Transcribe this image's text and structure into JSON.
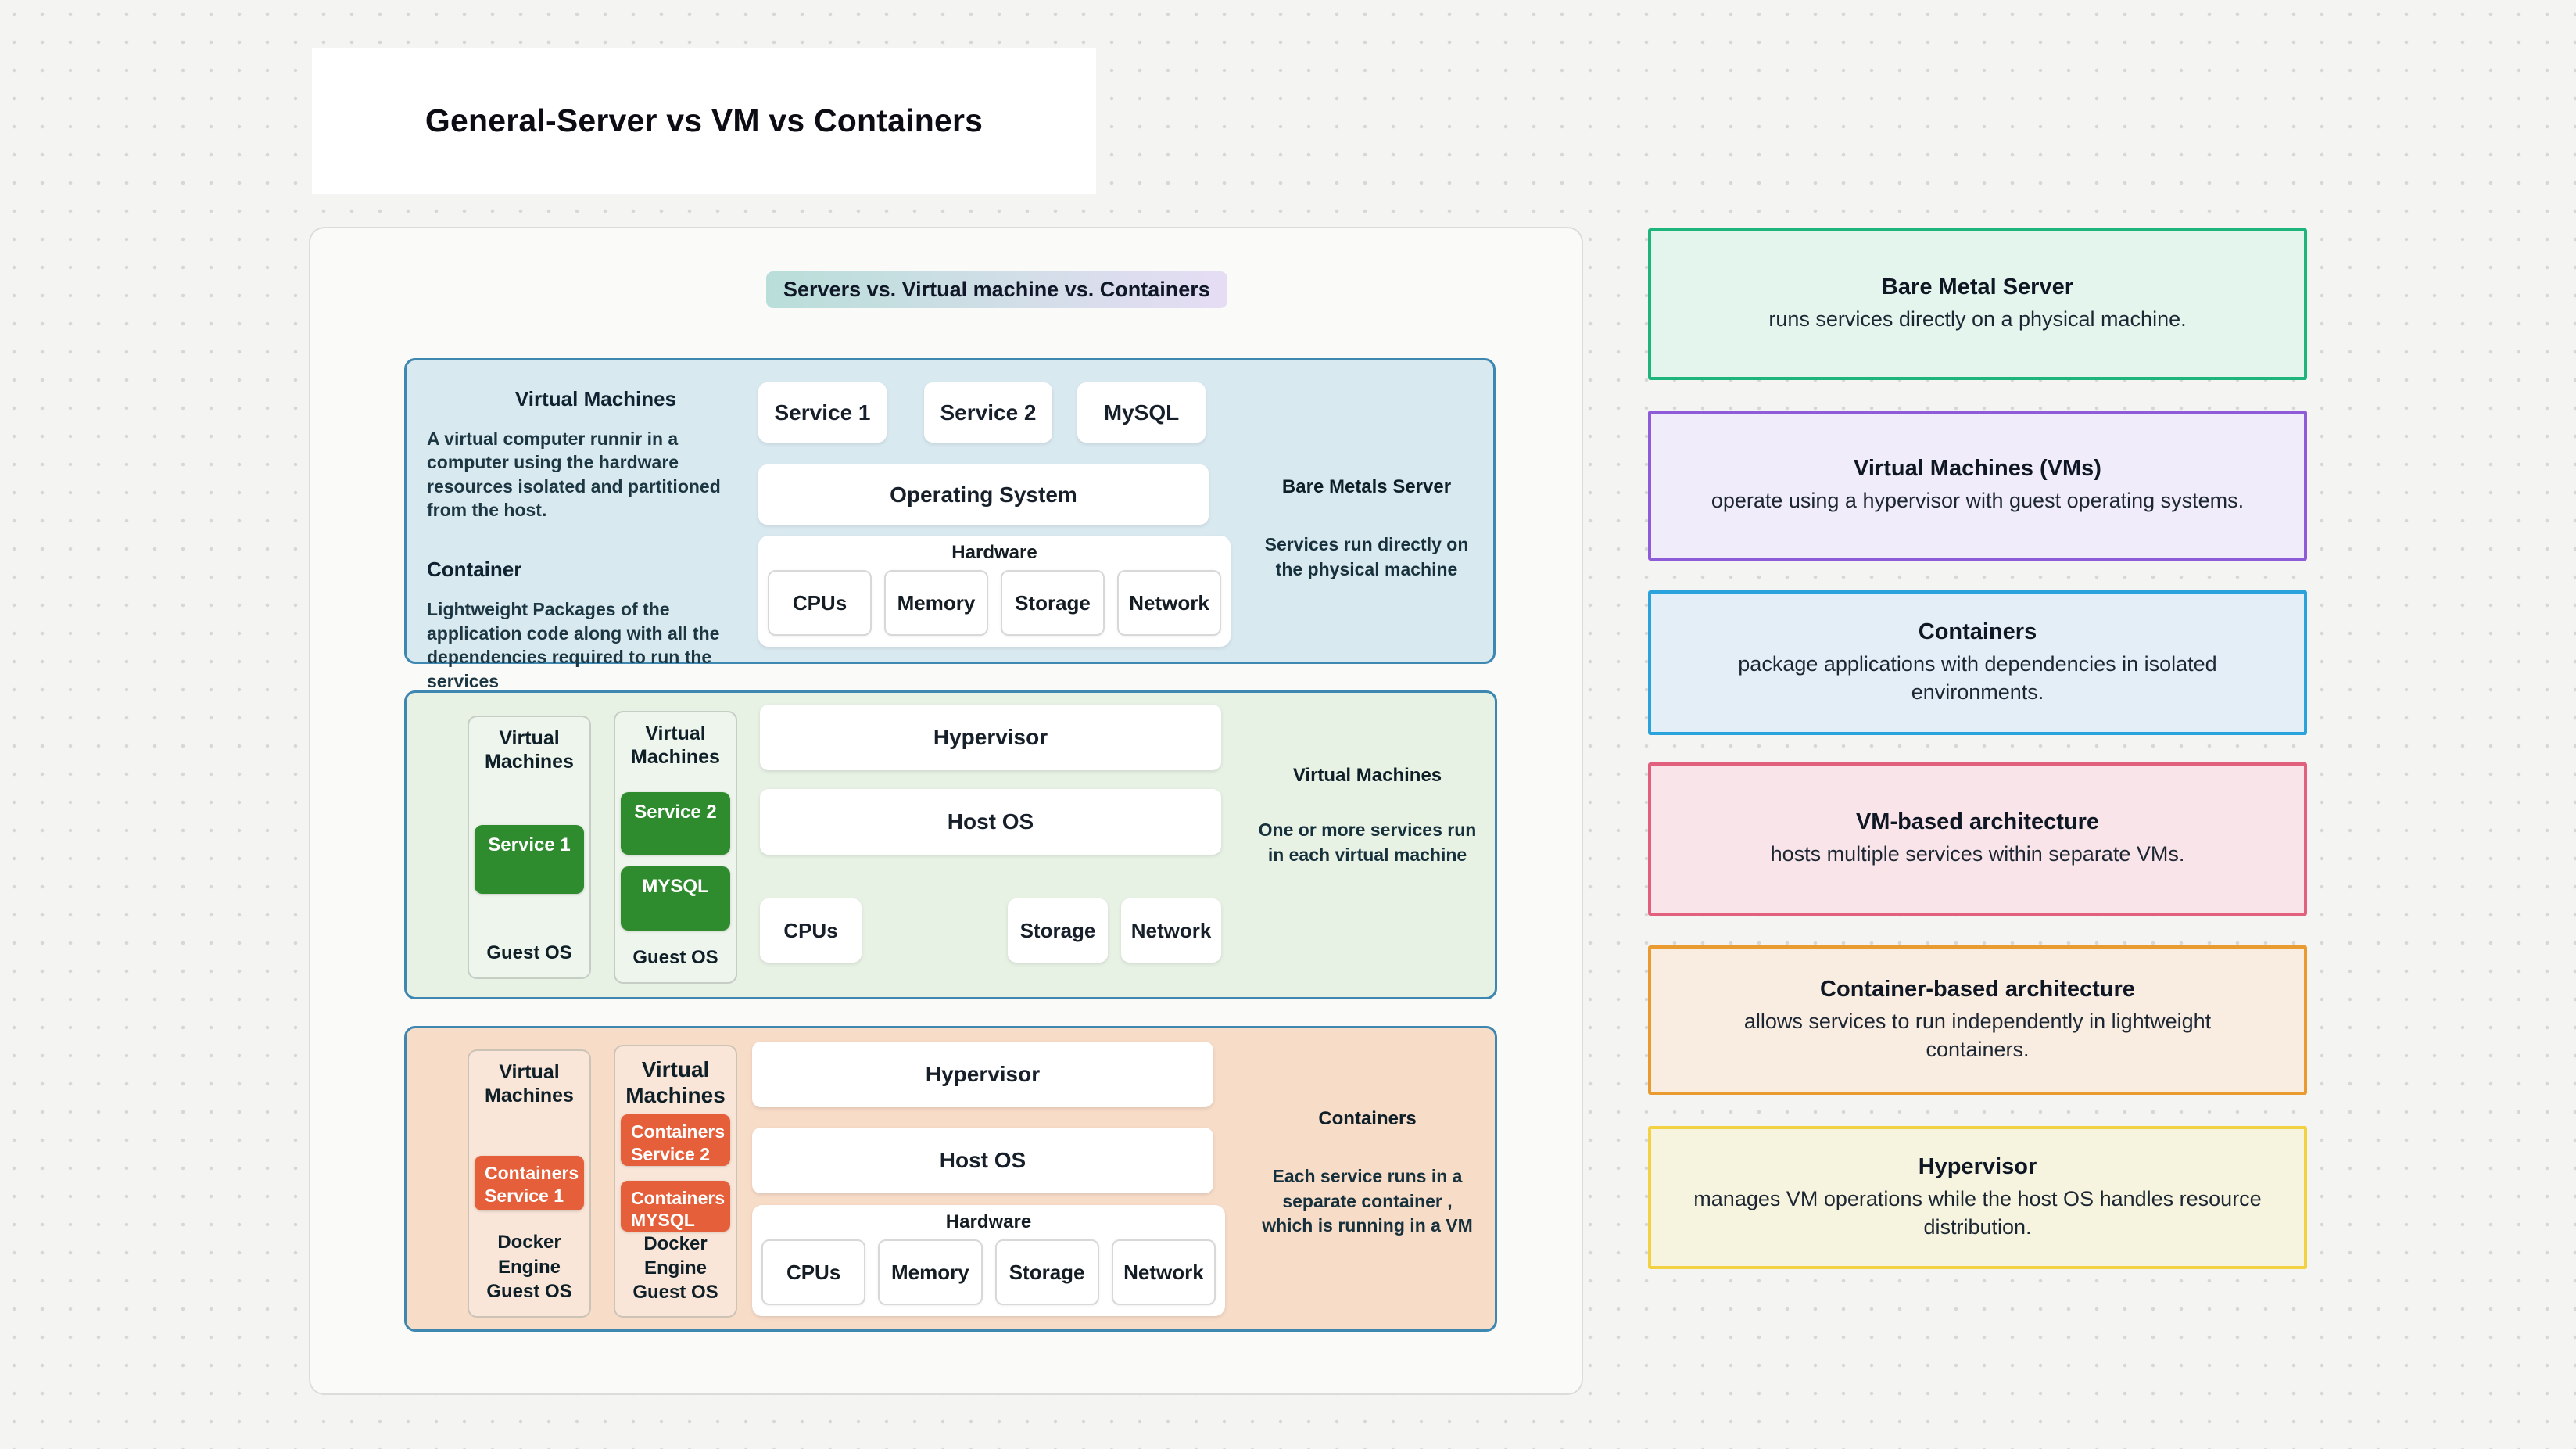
{
  "page": {
    "title": "General-Server vs VM vs Containers",
    "badge": "Servers vs. Virtual machine vs. Containers"
  },
  "colors": {
    "canvas_bg": "#f4f4f2",
    "section_border": "#3d87b0",
    "section1_bg": "#d9e9f0",
    "section2_bg": "#e7f1e4",
    "section3_bg": "#f7dcc8",
    "vm_service_green": "#2e8b2e",
    "container_orange": "#e55f3a",
    "badge_from": "#b9ded9",
    "badge_to": "#e6ddf4"
  },
  "sections": {
    "bare_metal": {
      "left": {
        "vm_heading": "Virtual Machines",
        "vm_desc": "A virtual computer runnir in a computer using the hardware resources isolated and partitioned from the host.",
        "container_heading": "Container",
        "container_desc": "Lightweight Packages of the application code along with all the dependencies required to run the services"
      },
      "services": [
        "Service 1",
        "Service 2",
        "MySQL"
      ],
      "os_label": "Operating System",
      "hardware_label": "Hardware",
      "hardware_items": [
        "CPUs",
        "Memory",
        "Storage",
        "Network"
      ],
      "right_heading": "Bare Metals Server",
      "right_desc": "Services run directly on the physical machine"
    },
    "vm_based": {
      "columns": [
        {
          "heading": "Virtual Machines",
          "services": [
            "Service 1"
          ],
          "footer": "Guest OS"
        },
        {
          "heading": "Virtual Machines",
          "services": [
            "Service 2",
            "MYSQL"
          ],
          "footer": "Guest OS"
        }
      ],
      "hypervisor_label": "Hypervisor",
      "host_os_label": "Host OS",
      "hardware_items": [
        "CPUs",
        "Storage",
        "Network"
      ],
      "right_heading": "Virtual Machines",
      "right_desc": "One or more services run in each virtual machine"
    },
    "container_based": {
      "columns": [
        {
          "heading": "Virtual Machines",
          "services": [
            "Containers\nService 1"
          ],
          "footer": "Docker\nEngine\nGuest OS"
        },
        {
          "heading": "Virtual Machines",
          "services": [
            "Containers\nService 2",
            "Containers\nMYSQL"
          ],
          "footer": "Docker\nEngine\nGuest OS"
        }
      ],
      "hypervisor_label": "Hypervisor",
      "host_os_label": "Host OS",
      "hardware_label": "Hardware",
      "hardware_items": [
        "CPUs",
        "Memory",
        "Storage",
        "Network"
      ],
      "right_heading": "Containers",
      "right_desc": "Each service runs in a separate container , which is running in a VM"
    }
  },
  "legend_cards": [
    {
      "title": "Bare Metal Server",
      "desc": "runs services directly on a physical machine.",
      "border": "#1db57c",
      "bg": "#e4f5ed"
    },
    {
      "title": "Virtual Machines (VMs)",
      "desc": "operate using a hypervisor with guest operating systems.",
      "border": "#8e5cd9",
      "bg": "#f0ecf9"
    },
    {
      "title": "Containers",
      "desc": "package applications with dependencies in isolated environments.",
      "border": "#2aa3dc",
      "bg": "#e4eef7"
    },
    {
      "title": "VM-based architecture",
      "desc": "hosts multiple services within separate VMs.",
      "border": "#e0607e",
      "bg": "#f8e4e9"
    },
    {
      "title": "Container-based architecture",
      "desc": "allows services to run independently in lightweight containers.",
      "border": "#ea9b30",
      "bg": "#f9ece1"
    },
    {
      "title": "Hypervisor",
      "desc": "manages VM operations while the host OS handles resource distribution.",
      "border": "#f2d143",
      "bg": "#f6f4de"
    }
  ]
}
